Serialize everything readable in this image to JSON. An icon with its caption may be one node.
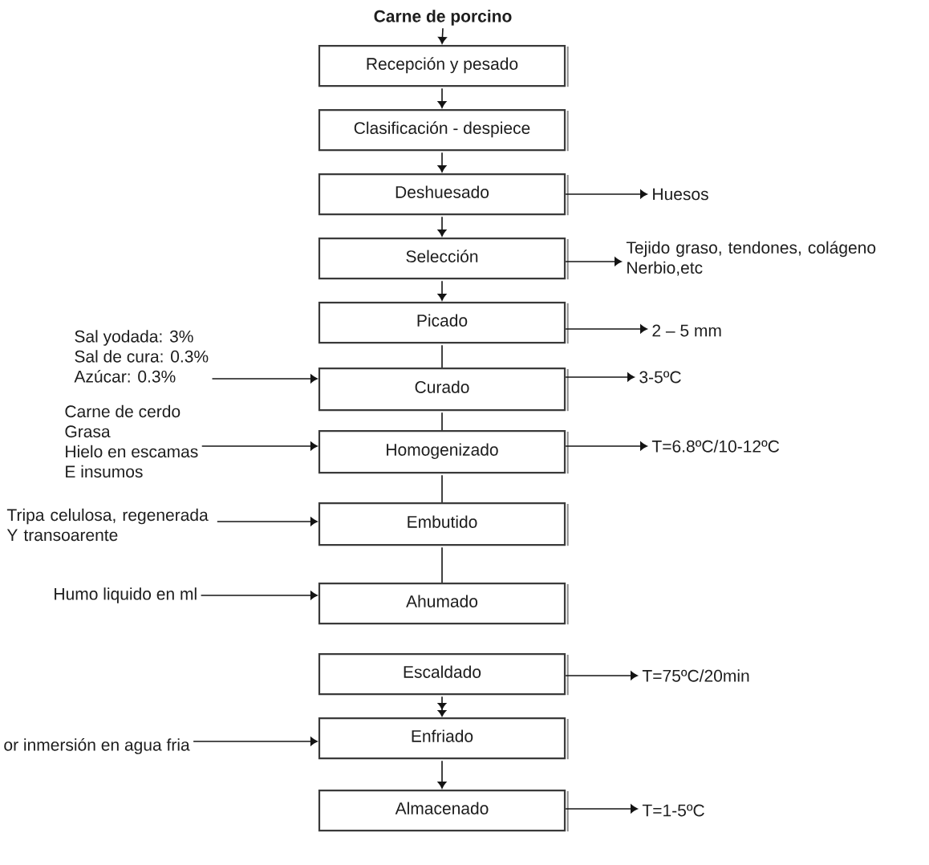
{
  "diagram": {
    "nodes": [
      {
        "text": [
          "Carne de porcino"
        ]
      },
      {
        "text": [
          "Recepción y pesado"
        ]
      },
      {
        "text": [
          "Clasificación - despiece"
        ]
      },
      {
        "text": [
          "Deshuesado"
        ]
      },
      {
        "text": [
          "Huesos"
        ]
      },
      {
        "text": [
          "Selección"
        ]
      },
      {
        "text": [
          "Tejido graso, tendones, colágeno Nerbio,etc"
        ]
      },
      {
        "text": [
          "Picado"
        ]
      },
      {
        "text": [
          "2 – 5 mm"
        ]
      },
      {
        "text": [
          "Sal yodada: 3%",
          "Sal de cura: 0.3%",
          "Azúcar: 0.3%"
        ]
      },
      {
        "text": [
          "Curado"
        ]
      },
      {
        "text": [
          "3-5ºC"
        ]
      },
      {
        "text": [
          "Carne de cerdo",
          "Grasa",
          "Hielo en escamas",
          "E insumos"
        ]
      },
      {
        "text": [
          "Homogenizado"
        ]
      },
      {
        "text": [
          "T=6.8ºC/10-12ºC"
        ]
      },
      {
        "text": [
          "Tripa celulosa, regenerada Y transoarente"
        ]
      },
      {
        "text": [
          "Embutido"
        ]
      },
      {
        "text": [
          "Humo liquido en ml"
        ]
      },
      {
        "text": [
          "Ahumado"
        ]
      },
      {
        "text": [
          "Escaldado"
        ]
      },
      {
        "text": [
          "T=75ºC/20min"
        ]
      },
      {
        "text": [
          "or inmersión en agua fria"
        ]
      },
      {
        "text": [
          "Enfriado"
        ]
      },
      {
        "text": [
          "Almacenado"
        ]
      },
      {
        "text": [
          "T=1-5ºC"
        ]
      }
    ],
    "edges": [
      {
        "from": 0,
        "to": 1,
        "arrow": "to"
      },
      {
        "from": 1,
        "to": 2,
        "arrow": "to"
      },
      {
        "from": 2,
        "to": 3,
        "arrow": "to"
      },
      {
        "from": 3,
        "to": 4,
        "arrow": "to"
      },
      {
        "from": 3,
        "to": 5,
        "arrow": "to"
      },
      {
        "from": 5,
        "to": 6,
        "arrow": "to"
      },
      {
        "from": 5,
        "to": 7,
        "arrow": "to"
      },
      {
        "from": 7,
        "to": 8,
        "arrow": "to"
      },
      {
        "from": 7,
        "to": 10,
        "arrow": "none"
      },
      {
        "from": 9,
        "to": 10,
        "arrow": "to"
      },
      {
        "from": 10,
        "to": 11,
        "arrow": "to"
      },
      {
        "from": 10,
        "to": 13,
        "arrow": "none"
      },
      {
        "from": 12,
        "to": 13,
        "arrow": "to"
      },
      {
        "from": 13,
        "to": 14,
        "arrow": "to"
      },
      {
        "from": 13,
        "to": 16,
        "arrow": "none"
      },
      {
        "from": 15,
        "to": 16,
        "arrow": "to"
      },
      {
        "from": 16,
        "to": 18,
        "arrow": "none"
      },
      {
        "from": 17,
        "to": 18,
        "arrow": "to"
      },
      {
        "from": 19,
        "to": 20,
        "arrow": "to"
      },
      {
        "from": 19,
        "to": 22,
        "arrow": "to"
      },
      {
        "from": 21,
        "to": 22,
        "arrow": "to"
      },
      {
        "from": 22,
        "to": 23,
        "arrow": "to"
      },
      {
        "from": 23,
        "to": 24,
        "arrow": "to"
      }
    ]
  }
}
